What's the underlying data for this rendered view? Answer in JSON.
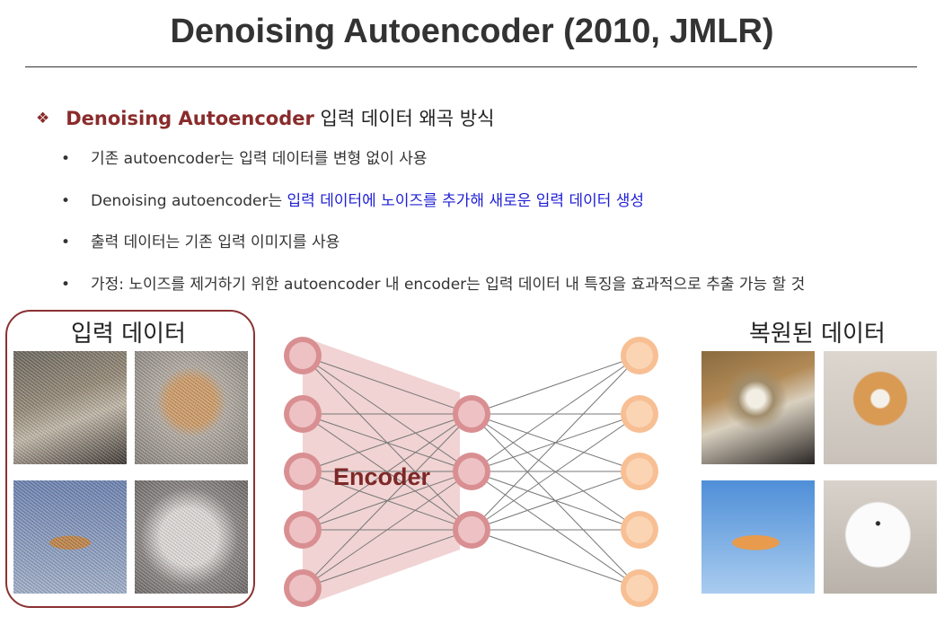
{
  "title": "Denoising Autoencoder (2010, JMLR)",
  "heading": {
    "accent": "Denoising Autoencoder",
    "rest": " 입력 데이터 왜곡 방식"
  },
  "bullets": [
    {
      "parts": [
        "기존 autoencoder는 입력 데이터를 변형 없이 사용",
        "",
        ""
      ]
    },
    {
      "parts": [
        "Denoising autoencoder는 ",
        "입력 데이터에 노이즈를 추가해 새로운 입력 데이터 생성",
        ""
      ]
    },
    {
      "parts": [
        "출력 데이터는 기존 입력 이미지를 사용",
        "",
        ""
      ]
    },
    {
      "parts": [
        "가정: 노이즈를 제거하기 위한 autoencoder 내 encoder는 입력 데이터 내 특징을 효과적으로 추출 가능 할 것",
        "",
        ""
      ]
    }
  ],
  "input_panel": {
    "label": "입력 데이터"
  },
  "output_panel": {
    "label": "복원된 데이터"
  },
  "network": {
    "encoder_label": "Encoder",
    "layer_sizes": [
      5,
      3,
      5
    ],
    "colors": {
      "input": "#d98f92",
      "hidden": "#d98f92",
      "output": "#f7bf93",
      "encoder_region": "#f1d3d3",
      "edges": "#777777"
    }
  },
  "colors": {
    "accent": "#8a2b2b",
    "highlight": "#1f1fd6",
    "panel_border": "#8a3232"
  }
}
